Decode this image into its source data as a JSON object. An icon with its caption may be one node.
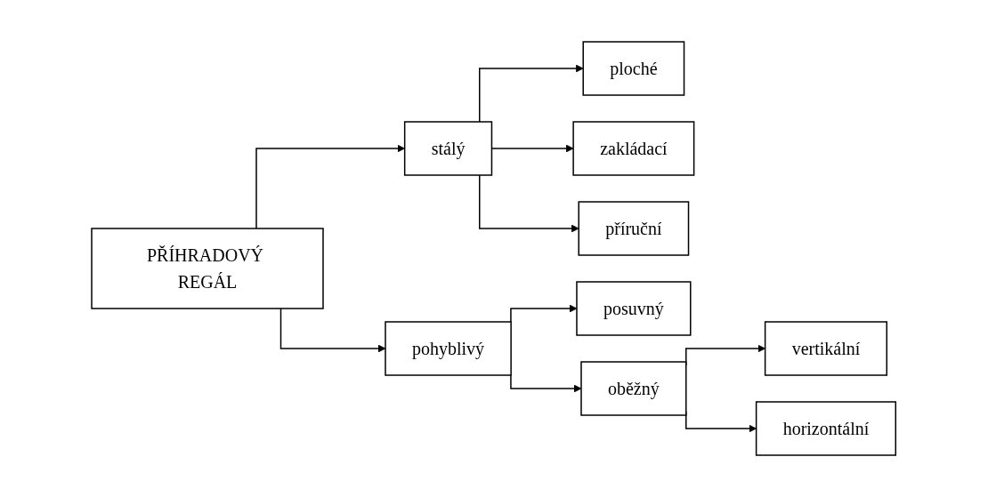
{
  "diagram": {
    "nodes": [
      {
        "text": [
          "PŘÍHRADOVÝ REGÁL"
        ]
      },
      {
        "text": [
          "stálý"
        ]
      },
      {
        "text": [
          "pohyblivý"
        ]
      },
      {
        "text": [
          "ploché"
        ]
      },
      {
        "text": [
          "zakládací"
        ]
      },
      {
        "text": [
          "příruční"
        ]
      },
      {
        "text": [
          "posuvný"
        ]
      },
      {
        "text": [
          "oběžný"
        ]
      },
      {
        "text": [
          "vertikální"
        ]
      },
      {
        "text": [
          "horizontální"
        ]
      }
    ],
    "edges": [
      {
        "from": 0,
        "to": 1,
        "arrow": "to"
      },
      {
        "from": 0,
        "to": 2,
        "arrow": "to"
      },
      {
        "from": 1,
        "to": 3,
        "arrow": "to"
      },
      {
        "from": 1,
        "to": 4,
        "arrow": "to"
      },
      {
        "from": 1,
        "to": 5,
        "arrow": "to"
      },
      {
        "from": 2,
        "to": 6,
        "arrow": "to"
      },
      {
        "from": 2,
        "to": 7,
        "arrow": "to"
      },
      {
        "from": 7,
        "to": 8,
        "arrow": "to"
      },
      {
        "from": 7,
        "to": 9,
        "arrow": "to"
      }
    ]
  }
}
